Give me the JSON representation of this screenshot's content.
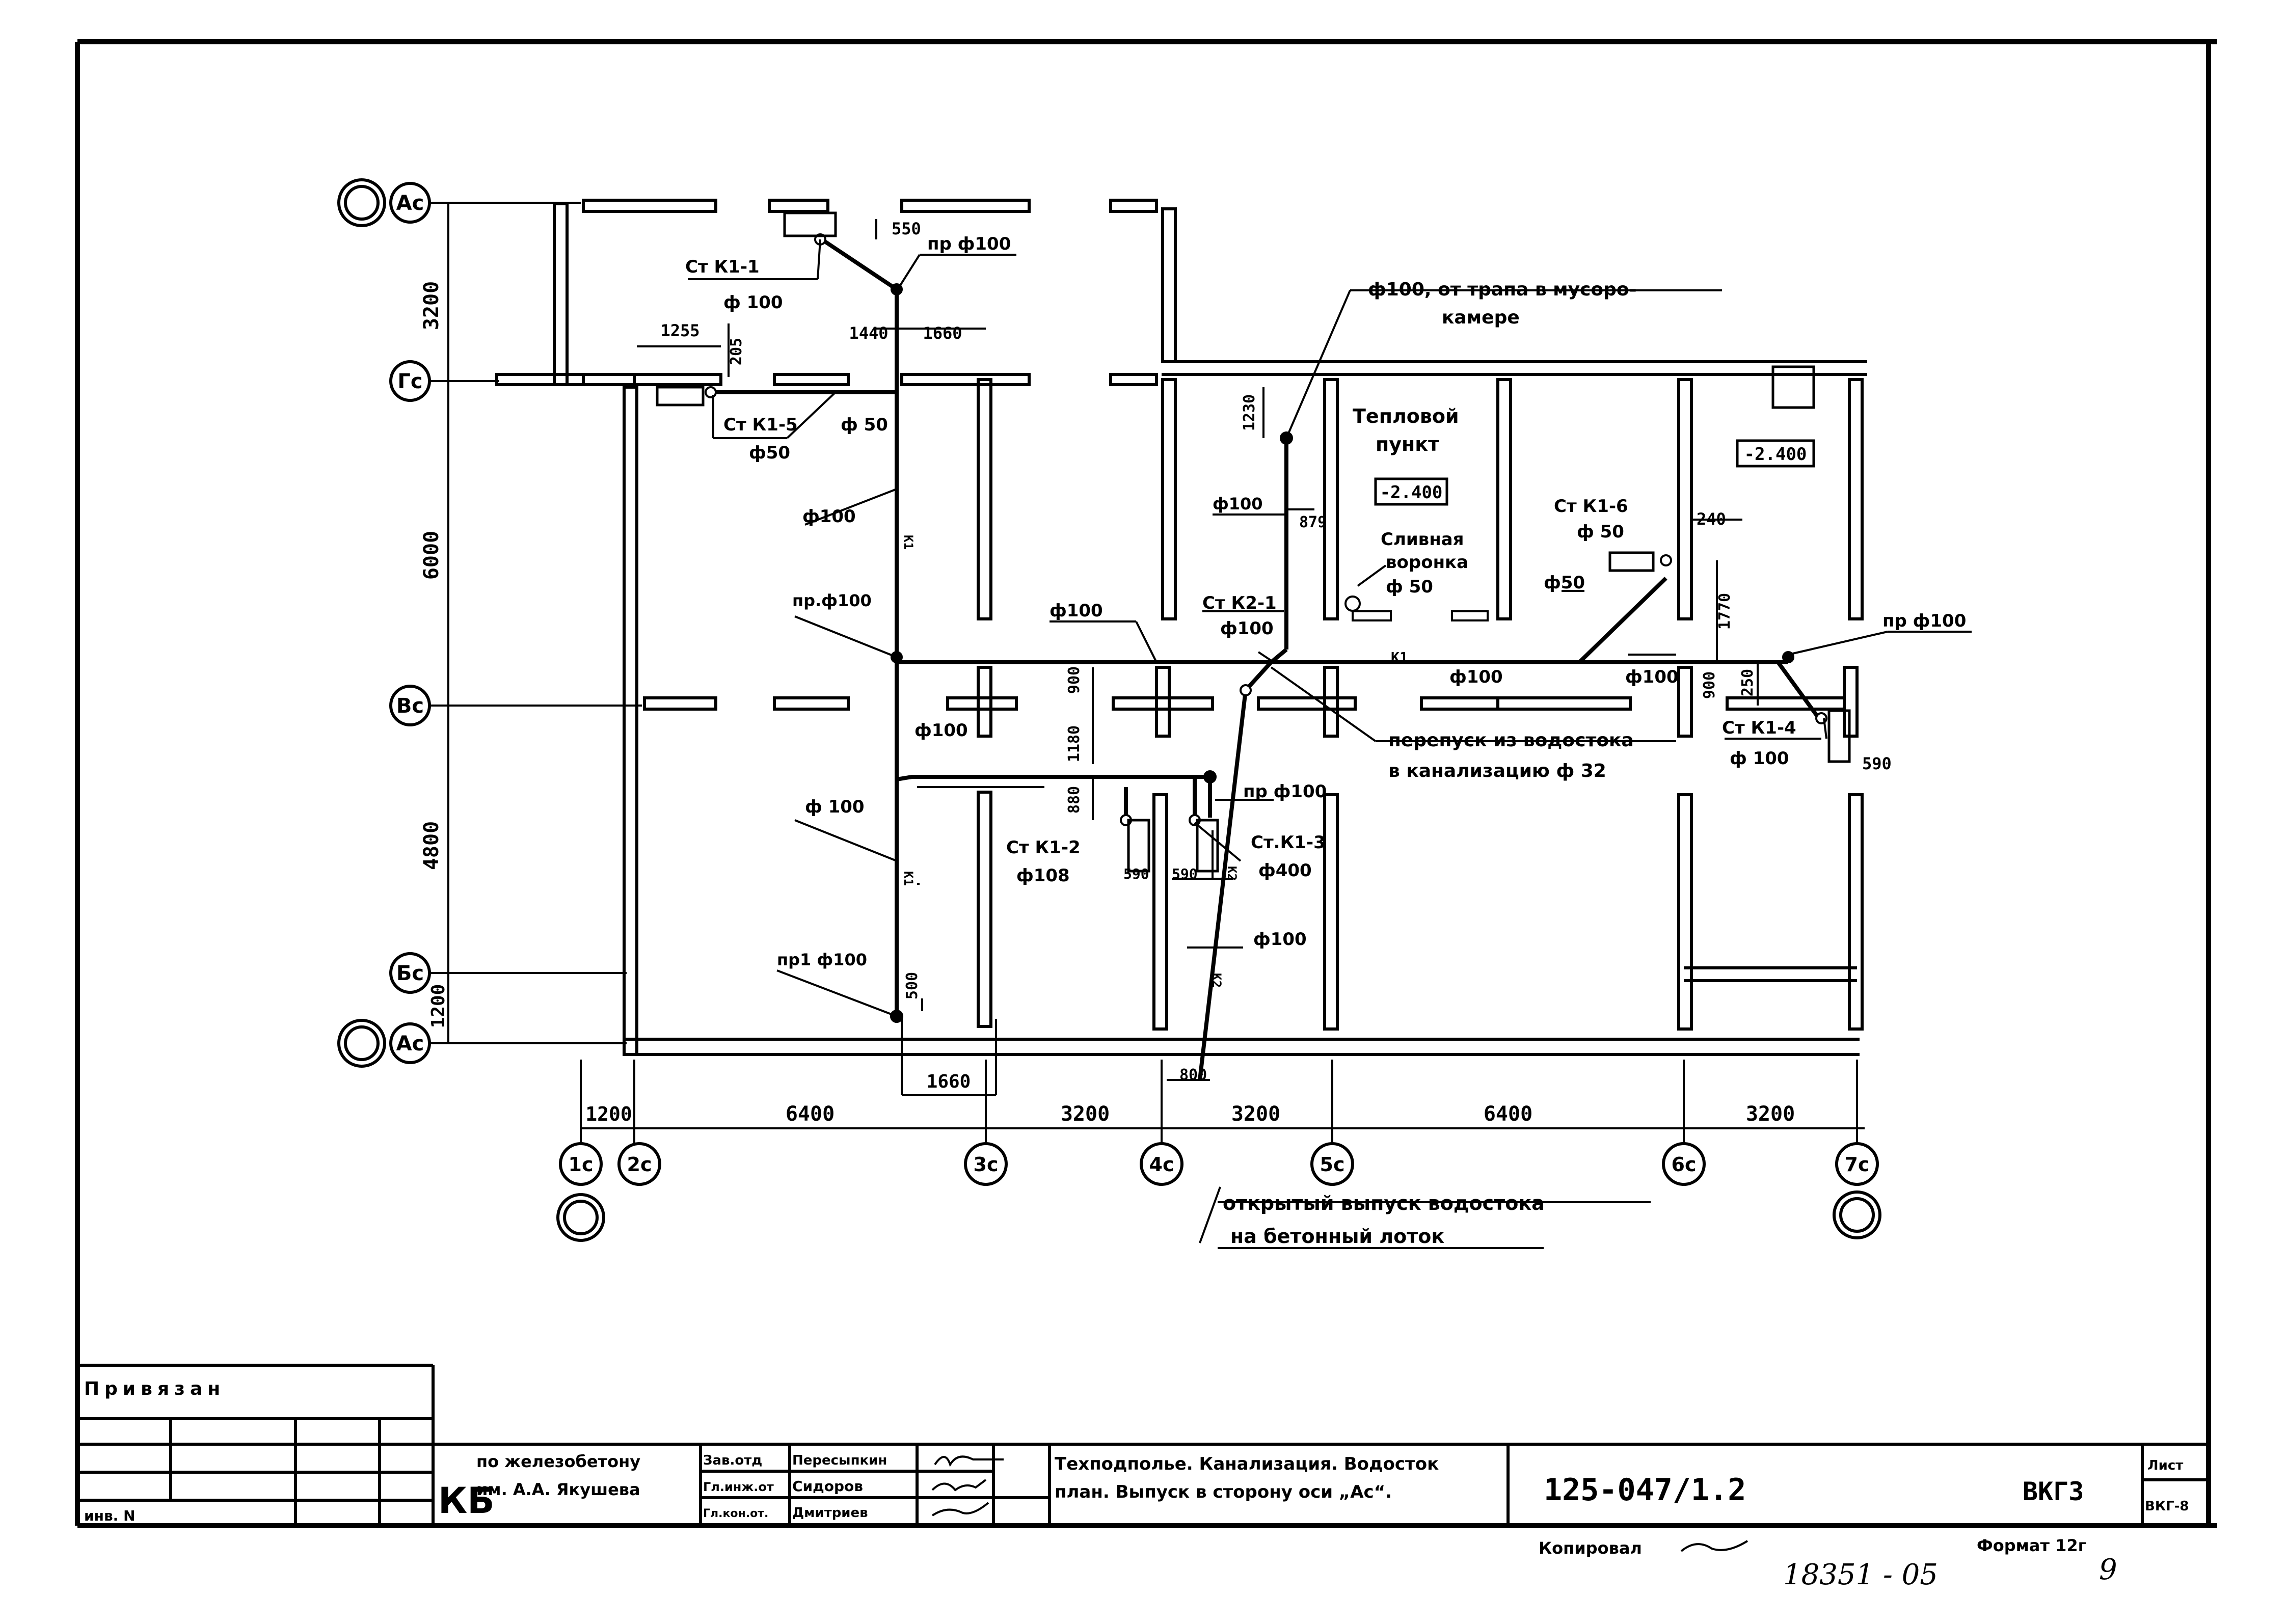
{
  "axes_rows": {
    "A": "Aс",
    "G": "Гс",
    "V": "Вс",
    "B": "Бс",
    "A2": "Ас"
  },
  "axes_cols": {
    "c1": "1с",
    "c2": "2с",
    "c3": "3с",
    "c4": "4с",
    "c5": "5с",
    "c6": "6с",
    "c7": "7с"
  },
  "dims_vertical": {
    "d1": "3200",
    "d2": "6000",
    "d3": "4800",
    "d4": "1200"
  },
  "dims_horizontal": {
    "h1": "1200",
    "h2": "6400",
    "h3": "3200",
    "h4": "3200",
    "h5": "6400",
    "h6": "3200"
  },
  "dims_small": {
    "s550": "550",
    "s1440": "1440",
    "s1660a": "1660",
    "s1255": "1255",
    "s205": "205",
    "s1230": "1230",
    "s879": "879",
    "s240": "240",
    "s1770": "1770",
    "s900a": "900",
    "s1180": "1180",
    "s880": "880",
    "s590a": "590",
    "s590b": "590",
    "s500": "500",
    "s1660b": "1660",
    "s800": "800",
    "s900b": "900",
    "s250": "250",
    "s590c": "590"
  },
  "labels": {
    "stk1_1": "Ст К1-1",
    "d100_a": "ф 100",
    "prf100_a": "пр ф100",
    "stk1_5": "Ст К1-5",
    "d50_a": "ф50",
    "d50_b": "ф 50",
    "d100_v1": "ф100",
    "prf100_b": "пр.ф100",
    "trap_note_1": "ф100, от трапа в мусоро-",
    "trap_note_2": "камере",
    "teplovoi_1": "Тепловой",
    "teplovoi_2": "пункт",
    "lvl1": "-2.400",
    "lvl2": "-2.400",
    "slivnaya_1": "Сливная",
    "slivnaya_2": "воронка",
    "d50_c": "ф 50",
    "d100_c": "ф100",
    "stk2_1": "Ст К2-1",
    "d100_d": "ф100",
    "d100_e": "ф100",
    "k1_mark": "К1",
    "d100_f": "ф100",
    "d100_g": "ф100",
    "d50_d": "ф50",
    "stk1_6": "Ст К1-6",
    "d50_e": "ф 50",
    "prf100_c": "пр ф100",
    "perepusk_1": "перепуск из водостока",
    "perepusk_2": "в канализацию ф 32",
    "stk1_4": "Ст К1-4",
    "d100_h": "ф 100",
    "d100_i": "ф100",
    "d100_j": "ф 100",
    "prf100_d": "пр ф100",
    "stk1_2": "Ст К1-2",
    "d108": "ф108",
    "stk1_3": "Ст.К1-3",
    "d400": "ф400",
    "d100_k": "ф100",
    "pr1f100": "пр1 ф100",
    "k1_v1": "К1",
    "k1_v2": "К1",
    "k1_v3": "К2",
    "k1_v4": "К2",
    "otkr_1": "открытый выпуск водостока",
    "otkr_2": "на бетонный лоток"
  },
  "title_block": {
    "privyazan": "Привязан",
    "inv": "инв. N",
    "kb_mark": "КБ",
    "org_1": "по железобетону",
    "org_2": "им. А.А. Якушева",
    "role_1": "Зав.отд",
    "name_1": "Пересыпкин",
    "role_2": "Гл.инж.от",
    "name_2": "Сидоров",
    "role_3": "Гл.кон.от.",
    "name_3": "Дмитриев",
    "title_1": "Техподполье. Канализация. Водосток",
    "title_2": "план. Выпуск в сторону оси „Ас“.",
    "doc_no": "125-047/1.2",
    "sheet_code": "ВКГ3",
    "list_label": "Лист",
    "list_val": "ВКГ-8",
    "copied": "Копировал",
    "format": "Формат 12г",
    "hand_no": "18351 - 05",
    "hand_page": "9"
  },
  "colors": {
    "ink": "#000000",
    "paper": "#ffffff"
  }
}
